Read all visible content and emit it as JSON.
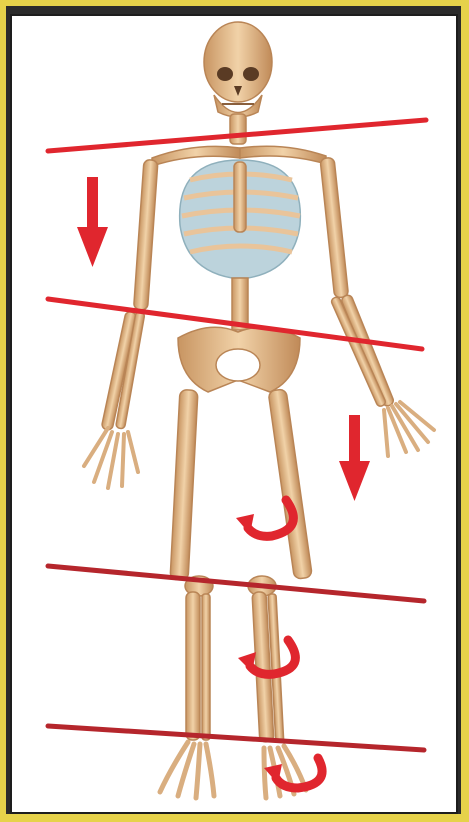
{
  "figure": {
    "subject": "skeleton-front-view",
    "colors": {
      "background_border": "#e6d24a",
      "panel": "#ffffff",
      "bone": "#e9c49a",
      "bone_shadow": "#b98556",
      "ribs": "#bcd3dc",
      "line_upper": "#e0262e",
      "line_lower": "#b5262c",
      "arrow": "#e0262e"
    },
    "annotations": {
      "level_lines": 4,
      "down_arrows": 2,
      "rotation_arrows": 3
    }
  }
}
